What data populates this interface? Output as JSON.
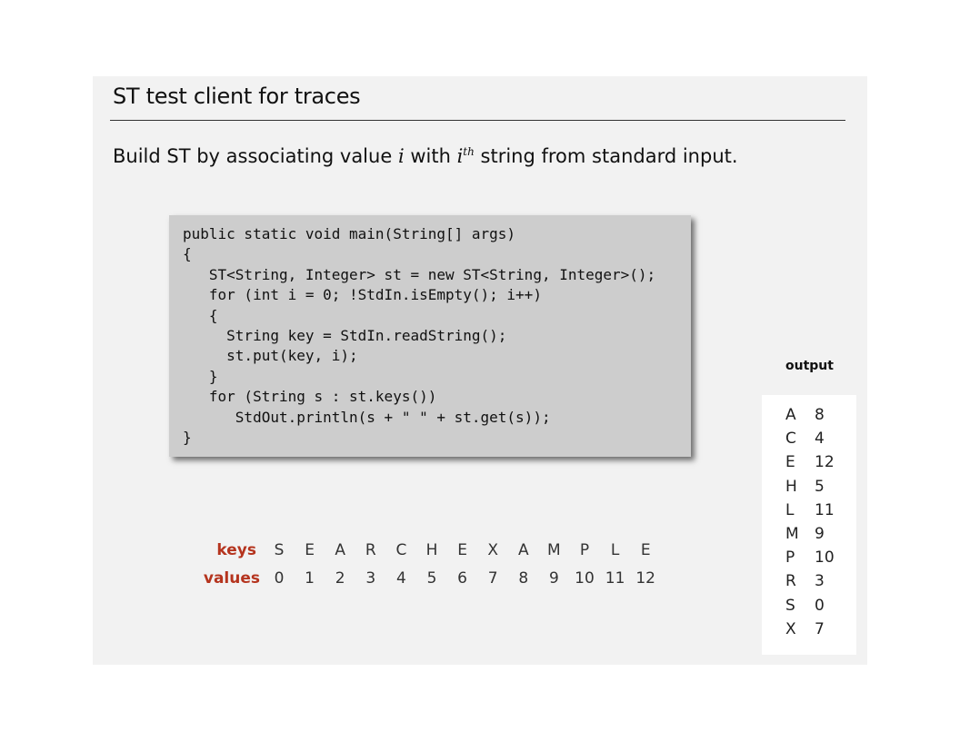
{
  "title": "ST test client for traces",
  "subtitle": {
    "before": "Build ST by associating value ",
    "i": "i",
    "mid": " with ",
    "i2": "i",
    "sup": "th",
    "after": " string from standard input."
  },
  "code": [
    "public static void main(String[] args)",
    "{",
    "   ST<String, Integer> st = new ST<String, Integer>();",
    "   for (int i = 0; !StdIn.isEmpty(); i++)",
    "   {",
    "     String key = StdIn.readString();",
    "     st.put(key, i);",
    "   }",
    "   for (String s : st.keys())",
    "      StdOut.println(s + \" \" + st.get(s));",
    "}"
  ],
  "keys_label": "keys",
  "values_label": "values",
  "keys": [
    "S",
    "E",
    "A",
    "R",
    "C",
    "H",
    "E",
    "X",
    "A",
    "M",
    "P",
    "L",
    "E"
  ],
  "values": [
    "0",
    "1",
    "2",
    "3",
    "4",
    "5",
    "6",
    "7",
    "8",
    "9",
    "10",
    "11",
    "12"
  ],
  "output_label": "output",
  "output": [
    {
      "key": "A",
      "value": "8"
    },
    {
      "key": "C",
      "value": "4"
    },
    {
      "key": "E",
      "value": "12"
    },
    {
      "key": "H",
      "value": "5"
    },
    {
      "key": "L",
      "value": "11"
    },
    {
      "key": "M",
      "value": "9"
    },
    {
      "key": "P",
      "value": "10"
    },
    {
      "key": "R",
      "value": "3"
    },
    {
      "key": "S",
      "value": "0"
    },
    {
      "key": "X",
      "value": "7"
    }
  ],
  "colors": {
    "label_accent": "#b5341e",
    "slide_bg": "#f2f2f2",
    "code_bg": "#cdcdcd"
  }
}
